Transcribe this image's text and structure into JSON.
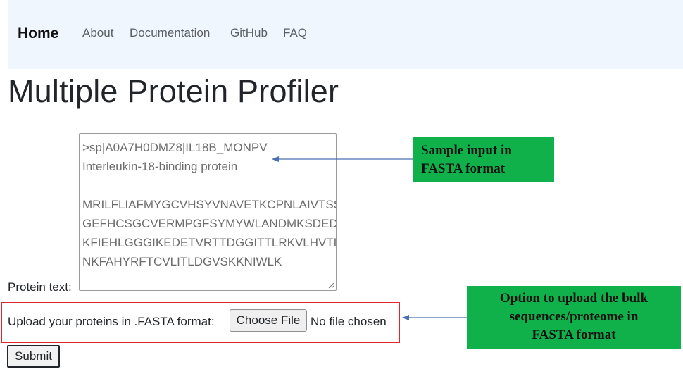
{
  "navbar": {
    "brand": "Home",
    "links": [
      "About",
      "Documentation",
      "GitHub",
      "FAQ"
    ]
  },
  "page": {
    "title": "Multiple Protein Profiler"
  },
  "form": {
    "protein_label": "Protein text:",
    "textarea_placeholder_lines": [
      ">sp|A0A7H0DMZ8|IL18B_MONPV",
      "Interleukin-18-binding protein",
      "",
      "MRILFLIAFMYGCVHSYVNAVETKCPNLAIVTSS",
      "GEFHCSGCVERMPGFSYMYWLANDMKSDEDT",
      "KFIEHLGGGIKEDETVRTTDGGITTLRKVLHVTDT",
      "NKFAHYRFTCVLITLDGVSKKNIWLK"
    ],
    "upload_label": "Upload your proteins in .FASTA format:",
    "choose_file_label": "Choose File",
    "no_file_text": "No file chosen",
    "submit_label": "Submit"
  },
  "annotations": {
    "sample_input": [
      "Sample input in",
      "FASTA format"
    ],
    "bulk_upload": [
      "Option to upload the bulk",
      "sequences/proteome in",
      "FASTA format"
    ],
    "accent_green": "#10b04b",
    "arrow_color": "#4a6fb5",
    "highlight_border": "#e0262a"
  }
}
